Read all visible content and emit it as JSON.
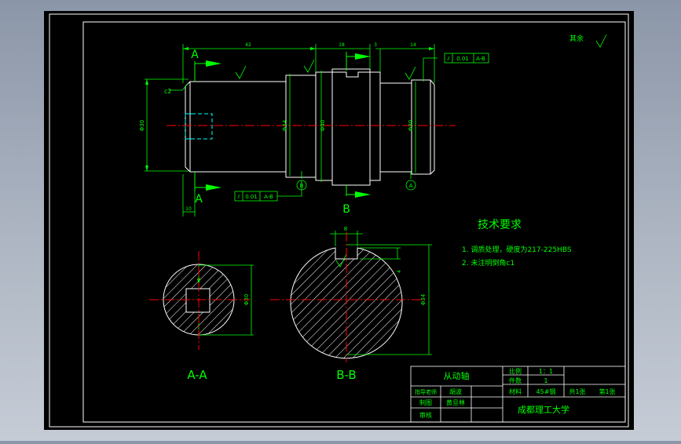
{
  "colors": {
    "background": "#000000",
    "frame": "#ffffff",
    "outline": "#ffffff",
    "dimension": "#00ff00",
    "centerline": "#ff0000",
    "section_marker": "#00ff00",
    "arrow": "#00ff00",
    "hatch": "#ffffff",
    "feature": "#00ffff",
    "viewport": "#aeb6c3"
  },
  "view_labels": {
    "section_a_top": "A",
    "section_a_bottom": "A",
    "section_b": "B",
    "aa": "A-A",
    "bb": "B-B"
  },
  "dims": {
    "d42": "42",
    "d18": "18",
    "d3": "3",
    "d14": "14",
    "d10": "10",
    "c2": "c2",
    "dia_left": "Φ30",
    "dia_mid": "Φ34",
    "dia_col": "Φ40",
    "dia_right": "Φ30",
    "aa_dia": "Φ30",
    "bb_dia": "Φ34",
    "key_width": "8",
    "key_depth": "4"
  },
  "tolerance": {
    "top": {
      "sym": "⫽",
      "val": "0.01",
      "ref": "A-B"
    },
    "bottom": {
      "sym": "⫽",
      "val": "0.01",
      "ref": "A-B"
    }
  },
  "datums": {
    "a": "A",
    "b": "B"
  },
  "roughness_note": "其余",
  "tech": {
    "title": "技术要求",
    "items": [
      "1. 调质处理，硬度为217-225HBS",
      "2. 未注明倒角c1"
    ]
  },
  "title_block": {
    "part_name": "从动轴",
    "scale_label": "比例",
    "scale_value": "1：1",
    "qty_label": "件数",
    "qty_value": "1",
    "material_label": "材料",
    "material_value": "45#钢",
    "sheets": "共1张",
    "sheet_no": "第1张",
    "instructor_label": "指导老师",
    "instructor_name": "胡波",
    "drawer_label": "制图",
    "drawer_name": "黄旦林",
    "checker_label": "审核",
    "school": "成都理工大学"
  }
}
